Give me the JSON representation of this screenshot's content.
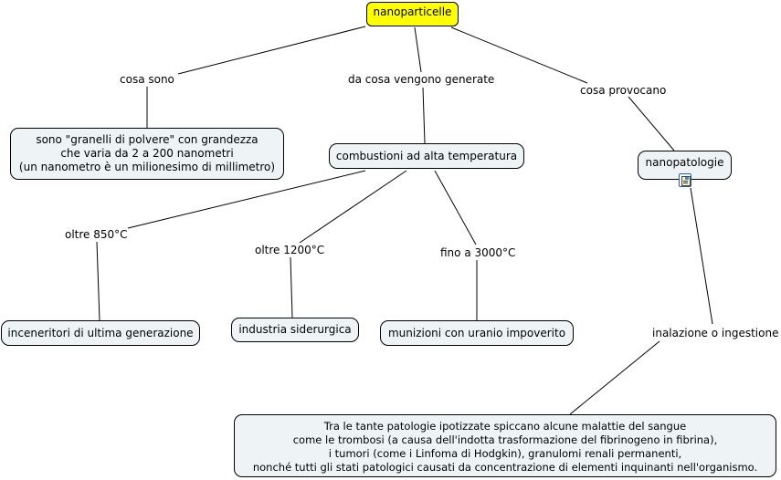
{
  "concept_map": {
    "root": "nanoparticelle",
    "links": {
      "cosa_sono": "cosa sono",
      "da_cosa": "da cosa vengono generate",
      "cosa_provocano": "cosa provocano",
      "oltre_850": "oltre 850°C",
      "oltre_1200": "oltre 1200°C",
      "fino_3000": "fino a 3000°C",
      "inalazione": "inalazione o ingestione"
    },
    "concepts": {
      "granelli": [
        "sono \"granelli di polvere\" con grandezza",
        "che varia da 2 a 200 nanometri",
        "(un nanometro è un milionesimo di millimetro)"
      ],
      "combustioni": "combustioni ad alta temperatura",
      "nanopatologie": "nanopatologie",
      "inceneritori": "inceneritori di ultima generazione",
      "siderurgica": "industria siderurgica",
      "munizioni": "munizioni con uranio impoverito",
      "patologie": [
        "Tra le tante patologie ipotizzate spiccano alcune malattie del sangue",
        "come le trombosi (a causa dell'indotta trasformazione del fibrinogeno in fibrina),",
        "i tumori (come i Linfoma di Hodgkin), granulomi renali permanenti,",
        "nonché tutti gli stati patologici causati da concentrazione di elementi inquinanti nell'organismo."
      ]
    },
    "colors": {
      "root_fill": "#ffff00",
      "concept_fill": "#eef3f5",
      "resource_icon": "#2060b0"
    }
  }
}
